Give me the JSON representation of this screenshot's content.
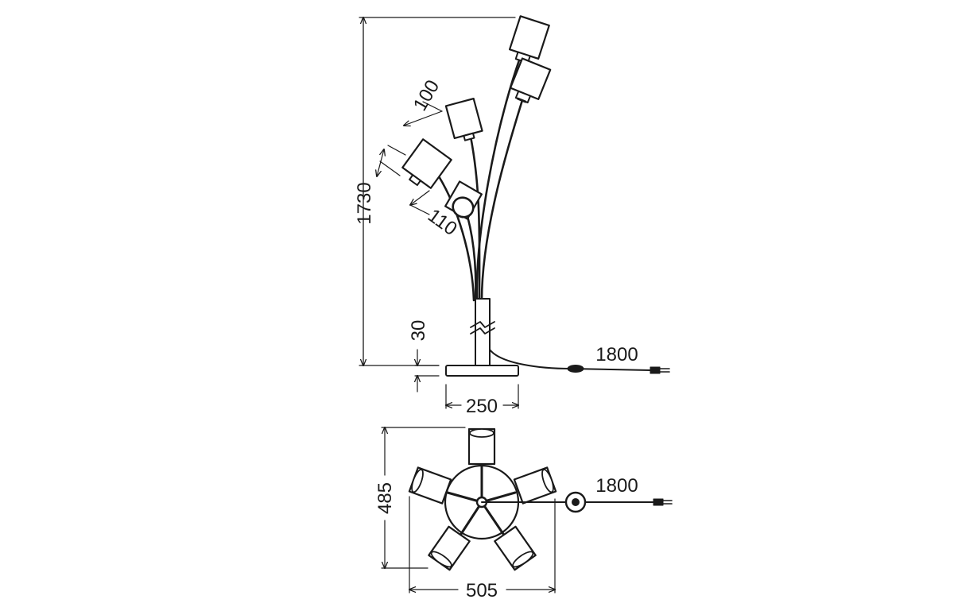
{
  "diagram": {
    "dimensions": {
      "height": "1730",
      "shade_length": "100",
      "shade_diameter": "110",
      "base_height": "30",
      "base_diameter": "250",
      "cable_length_side": "1800",
      "cable_length_top": "1800",
      "footprint_depth": "485",
      "footprint_width": "505"
    },
    "colors": {
      "line": "#1a1a1a",
      "shade_fill": "#ffffff",
      "background": "#ffffff"
    }
  }
}
